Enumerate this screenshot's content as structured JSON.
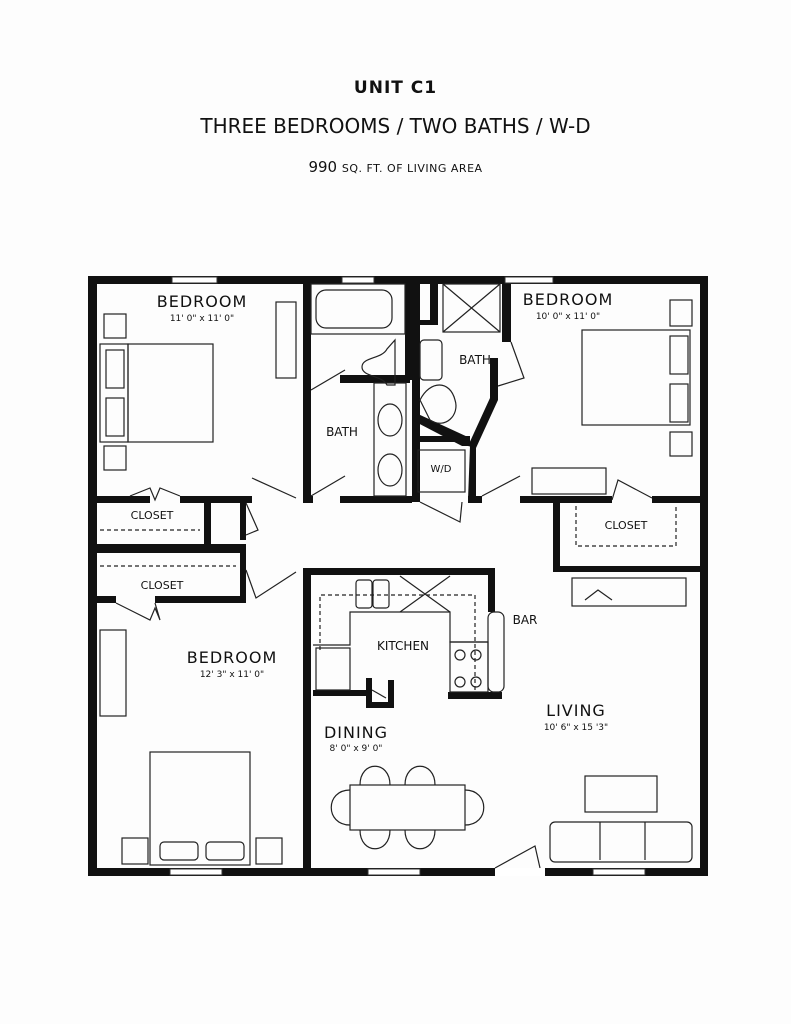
{
  "header": {
    "unit": "UNIT C1",
    "subtitle": "THREE BEDROOMS / TWO BATHS / W-D",
    "area_value": "990",
    "area_unit": "SQ. FT. OF LIVING AREA"
  },
  "rooms": {
    "bedroom1": {
      "label": "BEDROOM",
      "dim": "11' 0\" x 11' 0\""
    },
    "bedroom2": {
      "label": "BEDROOM",
      "dim": "10' 0\" x 11' 0\""
    },
    "bedroom3": {
      "label": "BEDROOM",
      "dim": "12' 3\" x 11' 0\""
    },
    "bath1": "BATH",
    "bath2": "BATH",
    "wd": "W/D",
    "closet1": "CLOSET",
    "closet2": "CLOSET",
    "closet3": "CLOSET",
    "kitchen": "KITCHEN",
    "bar": "BAR",
    "dining": {
      "label": "DINING",
      "dim": "8' 0\" x 9' 0\""
    },
    "living": {
      "label": "LIVING",
      "dim": "10' 6\" x 15 '3\""
    }
  }
}
